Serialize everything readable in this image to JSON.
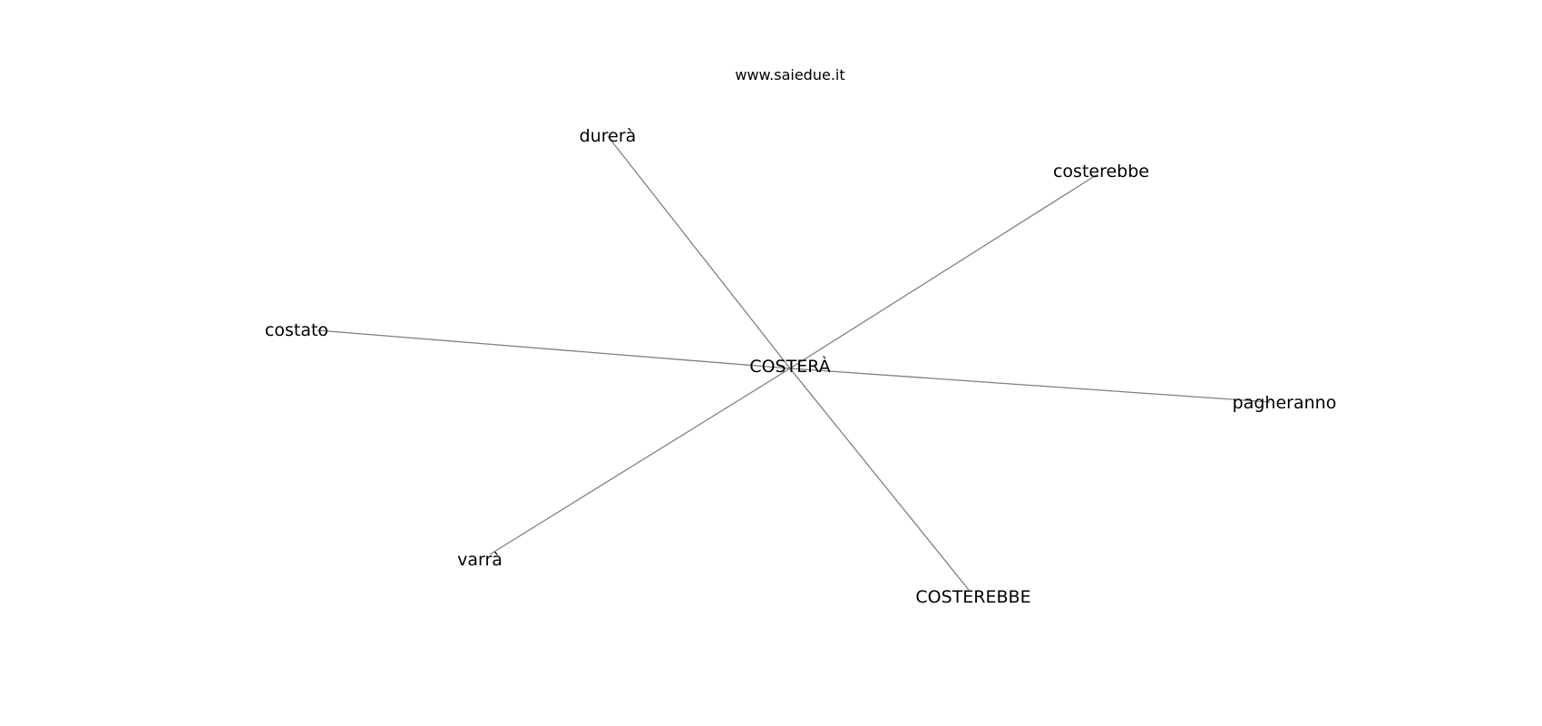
{
  "site_title": "www.saiedue.it",
  "center_node": {
    "id": "center",
    "label": "COSTERÀ"
  },
  "nodes": [
    {
      "id": "n1",
      "label": "durerà"
    },
    {
      "id": "n2",
      "label": "costerebbe"
    },
    {
      "id": "n3",
      "label": "costato"
    },
    {
      "id": "n4",
      "label": "pagheranno"
    },
    {
      "id": "n5",
      "label": "varrà"
    },
    {
      "id": "n6",
      "label": "COSTEREBBE"
    }
  ],
  "edges": [
    {
      "from": "center",
      "to": "n1"
    },
    {
      "from": "center",
      "to": "n2"
    },
    {
      "from": "center",
      "to": "n3"
    },
    {
      "from": "center",
      "to": "n4"
    },
    {
      "from": "center",
      "to": "n5"
    },
    {
      "from": "center",
      "to": "n6"
    }
  ],
  "colors": {
    "edge": "#808080",
    "text": "#000000",
    "background": "#ffffff"
  }
}
